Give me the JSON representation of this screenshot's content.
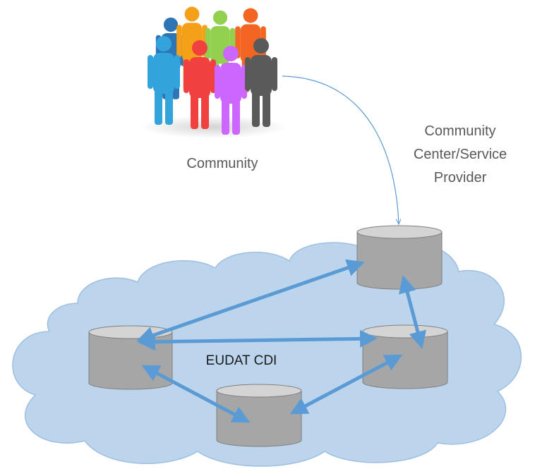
{
  "community_label": "Community",
  "provider_label": [
    "Community",
    "Center/Service",
    "Provider"
  ],
  "cdi_label": "EUDAT CDI",
  "colors": {
    "cloud_fill": "#bcd5ec",
    "cloud_stroke": "#9ebfe0",
    "cylinder_body": "#a6a6a6",
    "cylinder_top": "#d4d4d4",
    "cylinder_stroke": "#7f7f7f",
    "arrow": "#5b9bd5",
    "connector": "#5b9bd5",
    "text": "#595959",
    "people": [
      "#2e75b6",
      "#f4a018",
      "#92d050",
      "#f26522",
      "#33a3dc",
      "#f04040",
      "#cc66ff",
      "#5a5a5a"
    ]
  },
  "people_icon": "community-people-icon",
  "storage_icon": "database-cylinder-icon"
}
